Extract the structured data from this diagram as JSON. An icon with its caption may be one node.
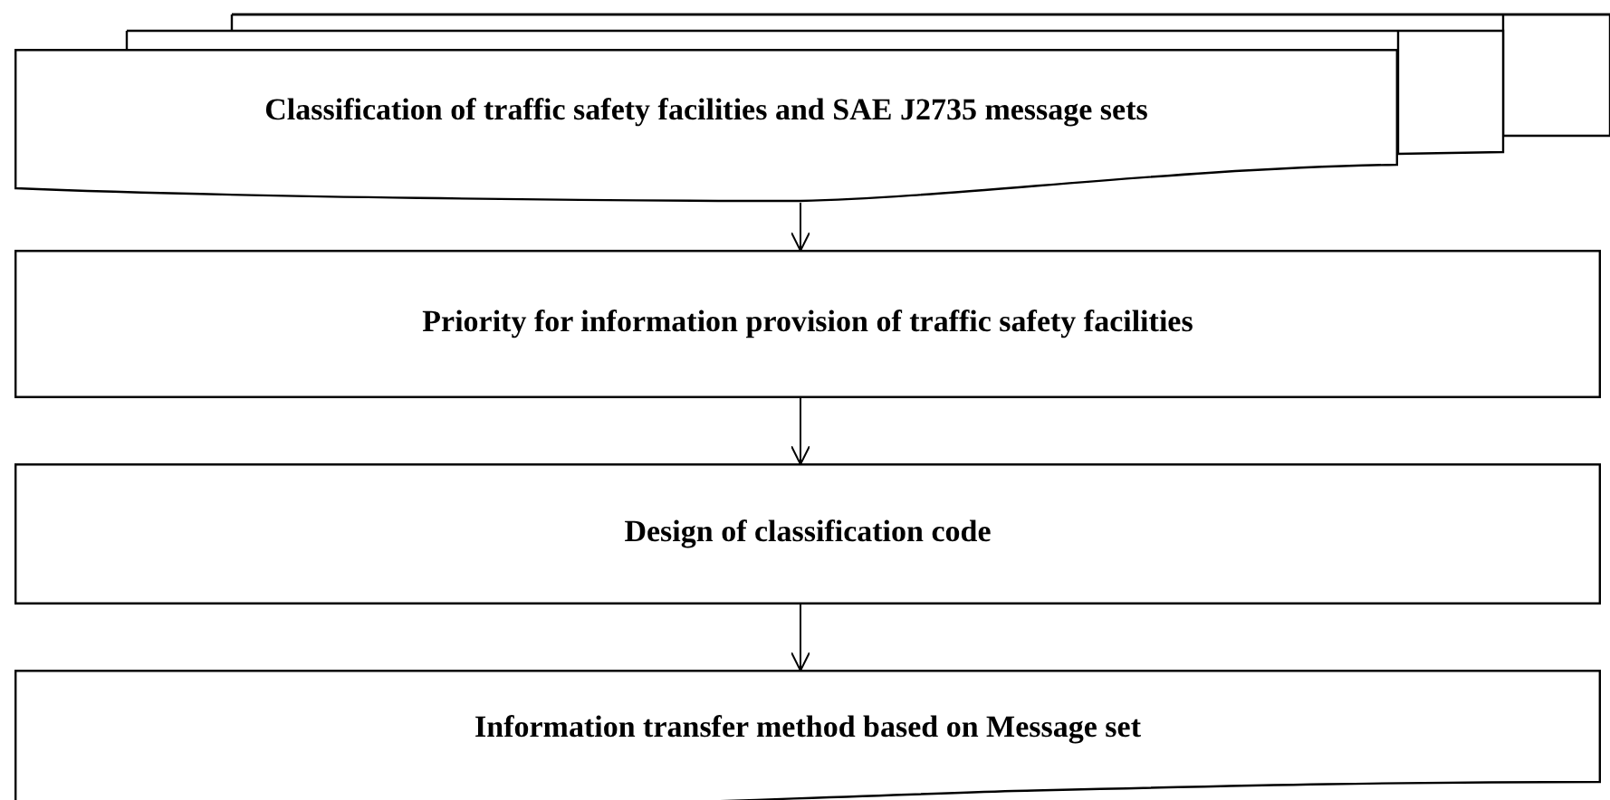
{
  "diagram": {
    "nodes": [
      {
        "text": [
          "Classification  of traffic  safety facilities  and  SAE J2735 message sets"
        ]
      },
      {
        "text": [
          "Priority  for information  provision  of traffic  safety facilities"
        ]
      },
      {
        "text": [
          "Design  of classification  code"
        ]
      },
      {
        "text": [
          "Information  transfer  method  based on Message set"
        ]
      }
    ],
    "edges": [
      {
        "from": 0,
        "to": 1,
        "arrow": "to"
      },
      {
        "from": 1,
        "to": 2,
        "arrow": "to"
      },
      {
        "from": 2,
        "to": 3,
        "arrow": "to"
      }
    ]
  }
}
